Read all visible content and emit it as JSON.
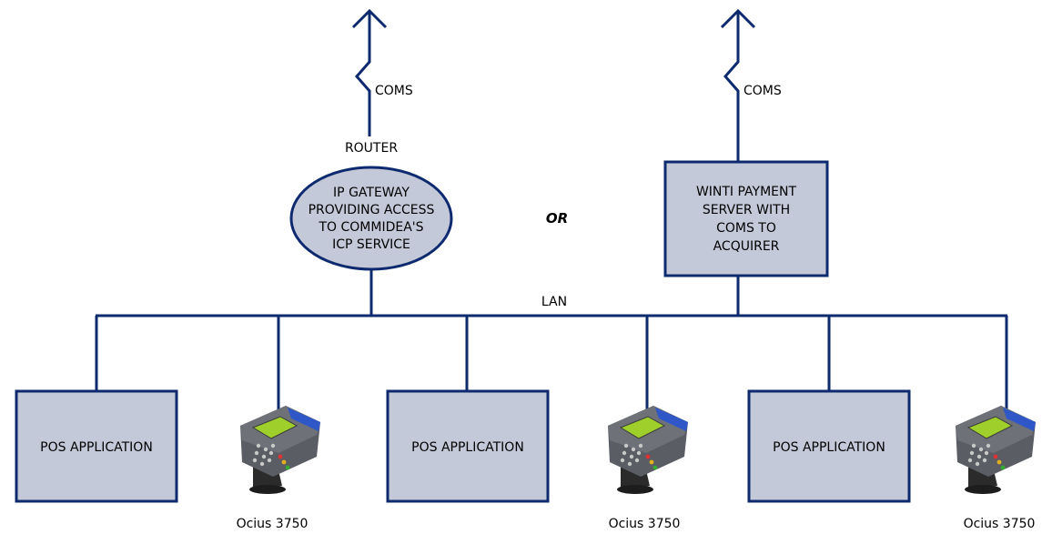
{
  "colors": {
    "line": "#0e2a6e",
    "box_fill": "#c4c9d9",
    "text": "#000000",
    "background": "#ffffff"
  },
  "left_branch": {
    "coms_label": "COMS",
    "router_label": "ROUTER",
    "gateway_lines": [
      "IP GATEWAY",
      "PROVIDING ACCESS",
      "TO COMMIDEA'S",
      "ICP SERVICE"
    ]
  },
  "or_label": "OR",
  "right_branch": {
    "coms_label": "COMS",
    "server_lines": [
      "WINTI PAYMENT",
      "SERVER WITH",
      "COMS TO",
      "ACQUIRER"
    ]
  },
  "lan_label": "LAN",
  "pos_boxes": [
    {
      "label": "POS APPLICATION"
    },
    {
      "label": "POS APPLICATION"
    },
    {
      "label": "POS APPLICATION"
    }
  ],
  "terminals": [
    {
      "label": "Ocius 3750",
      "icon": "card-terminal-icon"
    },
    {
      "label": "Ocius 3750",
      "icon": "card-terminal-icon"
    },
    {
      "label": "Ocius 3750",
      "icon": "card-terminal-icon"
    }
  ]
}
